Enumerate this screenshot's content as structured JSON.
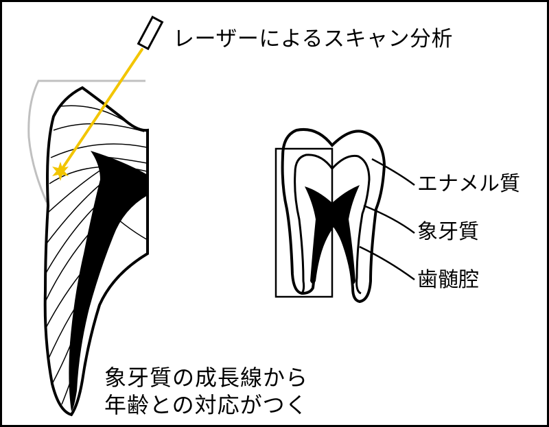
{
  "title": "レーザーによるスキャン分析",
  "parts": {
    "enamel": "エナメル質",
    "dentin": "象牙質",
    "pulp": "歯髄腔"
  },
  "caption": {
    "line1": "象牙質の成長線から",
    "line2": "年齢との対応がつく"
  },
  "colors": {
    "laser": "#f2c500",
    "outline": "#000000",
    "scan_region": "#c0c0c0"
  }
}
